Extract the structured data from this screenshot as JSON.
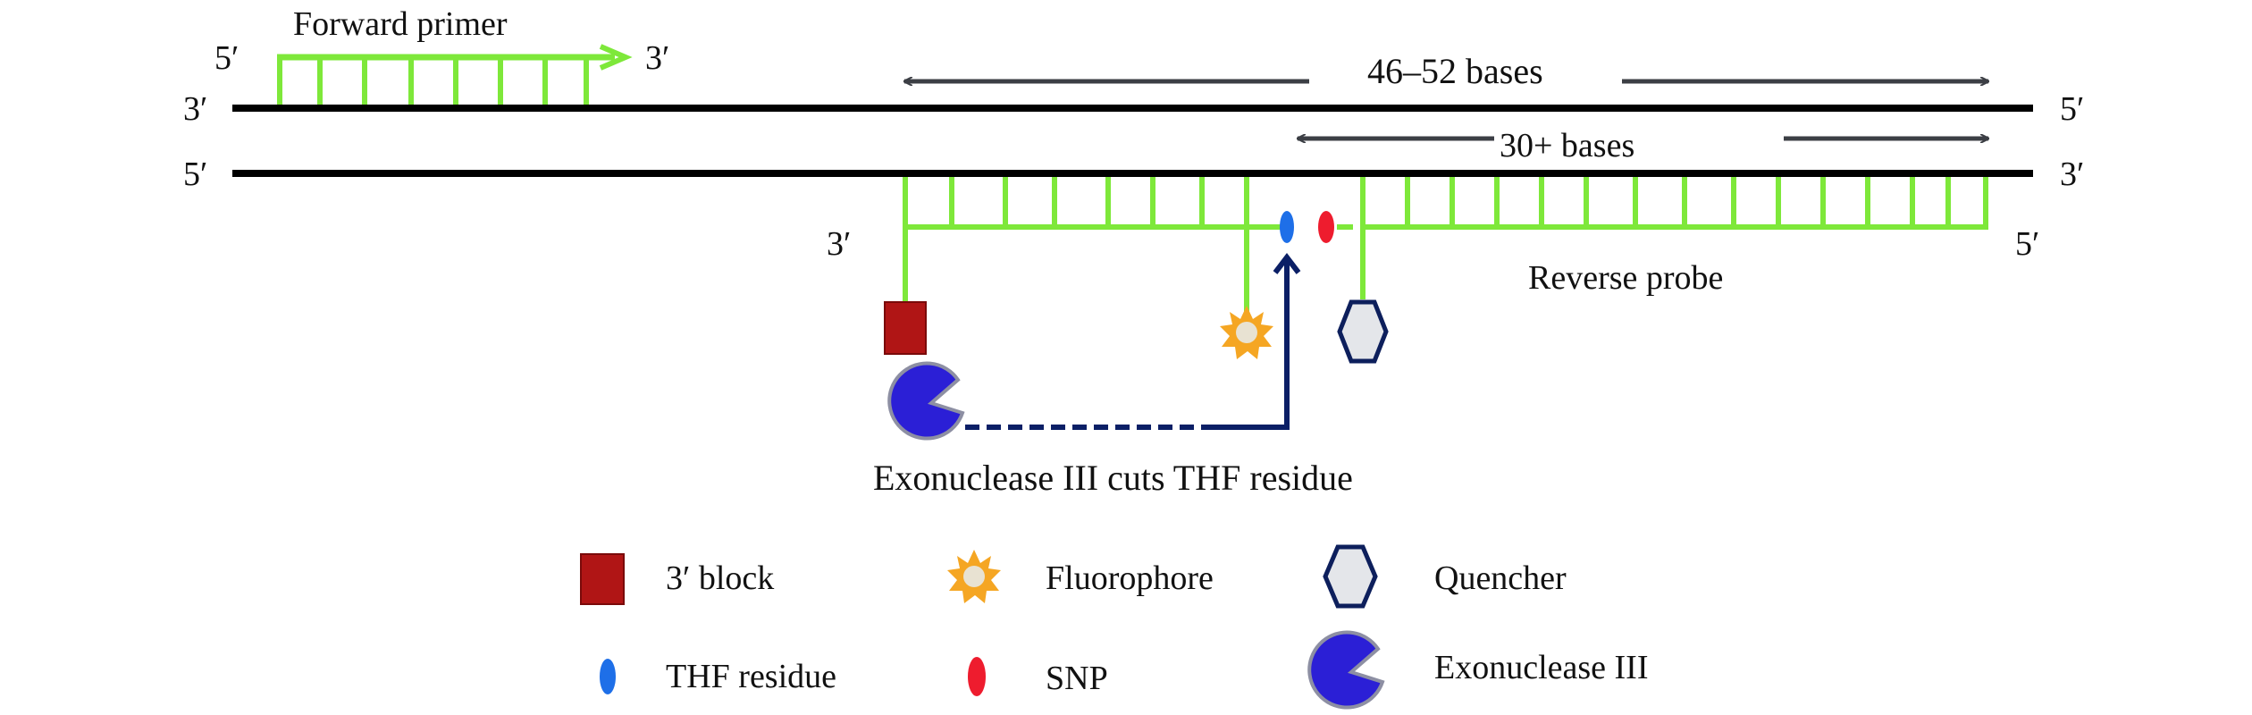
{
  "labels": {
    "forward_primer": "Forward primer",
    "five_prime": "5′",
    "three_prime": "3′",
    "span_outer": "46–52 bases",
    "span_inner": "30+ bases",
    "reverse_probe": "Reverse probe",
    "exo_cut": "Exonuclease III cuts THF residue"
  },
  "legend": [
    {
      "key": "block",
      "label": "3′ block",
      "icon": "red-square-icon"
    },
    {
      "key": "fluor",
      "label": "Fluorophore",
      "icon": "orange-starburst-icon"
    },
    {
      "key": "quench",
      "label": "Quencher",
      "icon": "hexagon-icon"
    },
    {
      "key": "thf",
      "label": "THF residue",
      "icon": "blue-oval-icon"
    },
    {
      "key": "snp",
      "label": "SNP",
      "icon": "red-oval-icon"
    },
    {
      "key": "exo",
      "label": "Exonuclease III",
      "icon": "pacman-icon"
    }
  ],
  "colors": {
    "strand": "#000000",
    "primer_probe": "#7ee83a",
    "arrow": "#3c3f45",
    "block": "#b01515",
    "fluor": "#f5a623",
    "quencher_stroke": "#0d1f5c",
    "quencher_fill": "#e4e6ea",
    "thf": "#1e6fe8",
    "snp": "#ee1c2e",
    "exo": "#2b1fd6",
    "pointer": "#0b1f66"
  }
}
